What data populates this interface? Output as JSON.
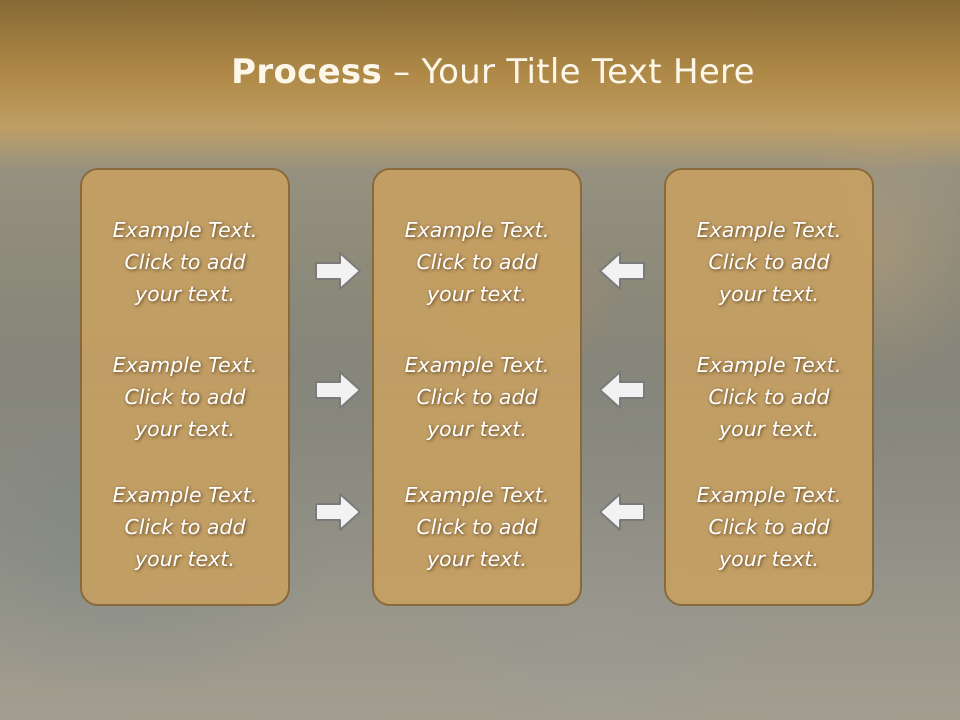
{
  "slide": {
    "title_bold": "Process",
    "title_rest": " – Your Title Text Here"
  },
  "columns": [
    {
      "items": [
        {
          "l1": "Example Text.",
          "l2": "Click  to add",
          "l3": "your text."
        },
        {
          "l1": "Example Text.",
          "l2": "Click  to add",
          "l3": "your text."
        },
        {
          "l1": "Example Text.",
          "l2": "Click  to add",
          "l3": "your text."
        }
      ]
    },
    {
      "items": [
        {
          "l1": "Example Text.",
          "l2": "Click  to add",
          "l3": "your text."
        },
        {
          "l1": "Example Text.",
          "l2": "Click  to add",
          "l3": "your text."
        },
        {
          "l1": "Example Text.",
          "l2": "Click  to add",
          "l3": "your text."
        }
      ]
    },
    {
      "items": [
        {
          "l1": "Example Text.",
          "l2": "Click  to add",
          "l3": "your text."
        },
        {
          "l1": "Example Text.",
          "l2": "Click  to add",
          "l3": "your text."
        },
        {
          "l1": "Example Text.",
          "l2": "Click  to add",
          "l3": "your text."
        }
      ]
    }
  ],
  "arrows": {
    "left_group": "right-arrow-icon",
    "right_group": "left-arrow-icon"
  },
  "colors": {
    "header": "#b08a48",
    "box_fill": "#c6a062",
    "box_border": "#8a6a3a",
    "arrow_fill": "#f2f2f2",
    "arrow_stroke": "#7a7a7a"
  }
}
